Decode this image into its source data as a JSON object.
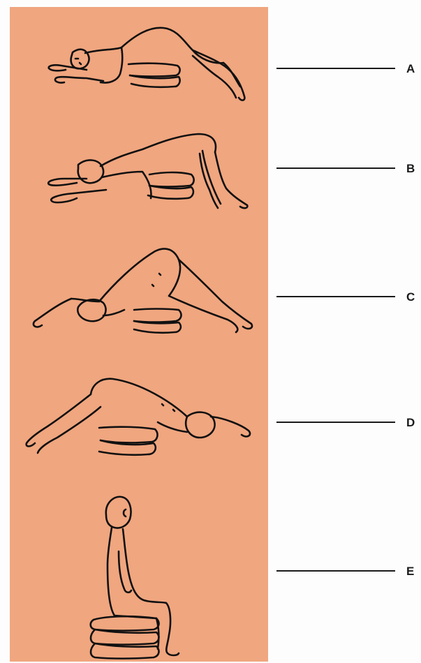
{
  "labels": [
    {
      "id": "A",
      "text": "A"
    },
    {
      "id": "B",
      "text": "B"
    },
    {
      "id": "C",
      "text": "C"
    },
    {
      "id": "D",
      "text": "D"
    },
    {
      "id": "E",
      "text": "E"
    }
  ],
  "colors": {
    "panel_background": "#f0a67f",
    "ink": "#111111",
    "page_background": "#fdfdfd"
  }
}
